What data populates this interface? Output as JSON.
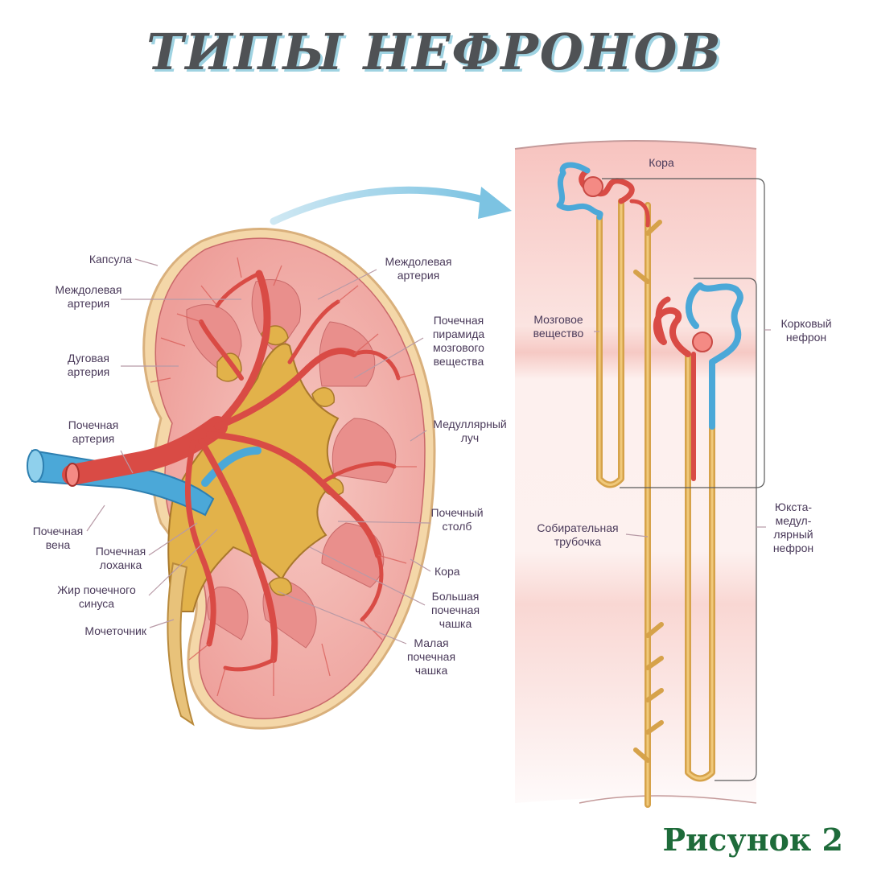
{
  "title": "ТИПЫ НЕФРОНОВ",
  "figure_label": "Рисунок 2",
  "colors": {
    "artery": "#d94b45",
    "vein": "#4ba8d8",
    "tubule": "#d6a24a",
    "cortex": "#f1a9a4",
    "title_shadow": "#9fd3e2",
    "figure_label": "#1e6b3a"
  },
  "kidney": {
    "labels": {
      "capsule": "Капсула",
      "interlobar_artery_left": [
        "Междолевая",
        "артерия"
      ],
      "arcuate_artery": [
        "Дуговая",
        "артерия"
      ],
      "renal_artery": [
        "Почечная",
        "артерия"
      ],
      "renal_vein": [
        "Почечная",
        "вена"
      ],
      "renal_pelvis": [
        "Почечная",
        "лоханка"
      ],
      "sinus_fat": [
        "Жир почечного",
        "синуса"
      ],
      "ureter": "Мочеточник",
      "interlobar_artery_right": [
        "Междолевая",
        "артерия"
      ],
      "renal_pyramid": [
        "Почечная",
        "пирамида",
        "мозгового",
        "вещества"
      ],
      "medullary_ray": [
        "Медуллярный",
        "луч"
      ],
      "renal_column": [
        "Почечный",
        "столб"
      ],
      "cortex": "Кора",
      "major_calyx": [
        "Большая",
        "почечная",
        "чашка"
      ],
      "minor_calyx": [
        "Малая",
        "почечная",
        "чашка"
      ]
    }
  },
  "nephron_panel": {
    "labels": {
      "cortex": "Кора",
      "medulla": [
        "Мозговое",
        "вещество"
      ],
      "collecting_duct": [
        "Собирательная",
        "трубочка"
      ],
      "cortical_nephron": [
        "Корковый",
        "нефрон"
      ],
      "juxtamedullary_nephron": [
        "Юкста-",
        "медул-",
        "лярный",
        "нефрон"
      ]
    }
  }
}
